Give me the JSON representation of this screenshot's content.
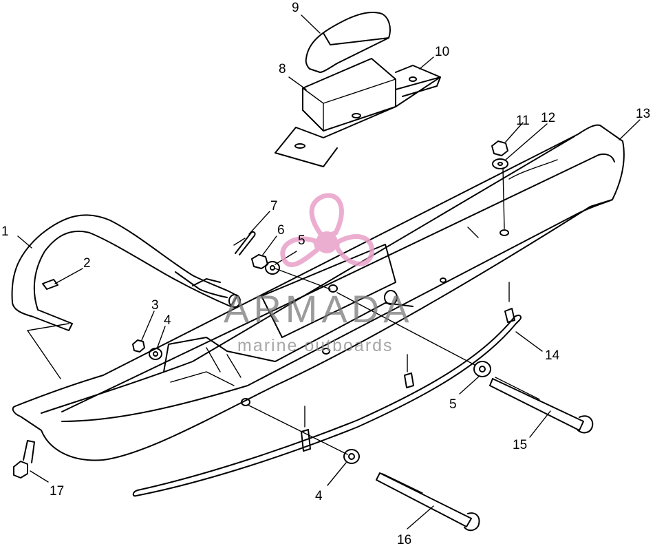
{
  "callouts": [
    {
      "id": "c1",
      "text": "1"
    },
    {
      "id": "c2",
      "text": "2"
    },
    {
      "id": "c3",
      "text": "3"
    },
    {
      "id": "c4a",
      "text": "4"
    },
    {
      "id": "c4b",
      "text": "4"
    },
    {
      "id": "c5a",
      "text": "5"
    },
    {
      "id": "c5b",
      "text": "5"
    },
    {
      "id": "c6",
      "text": "6"
    },
    {
      "id": "c7",
      "text": "7"
    },
    {
      "id": "c8",
      "text": "8"
    },
    {
      "id": "c9",
      "text": "9"
    },
    {
      "id": "c10",
      "text": "10"
    },
    {
      "id": "c11",
      "text": "11"
    },
    {
      "id": "c12",
      "text": "12"
    },
    {
      "id": "c13",
      "text": "13"
    },
    {
      "id": "c14",
      "text": "14"
    },
    {
      "id": "c15",
      "text": "15"
    },
    {
      "id": "c16",
      "text": "16"
    },
    {
      "id": "c17",
      "text": "17"
    }
  ],
  "watermark": {
    "title": "ARMADA",
    "subtitle": "marine outboards",
    "logo": "propeller-logo",
    "color": "#e9a0c8"
  }
}
